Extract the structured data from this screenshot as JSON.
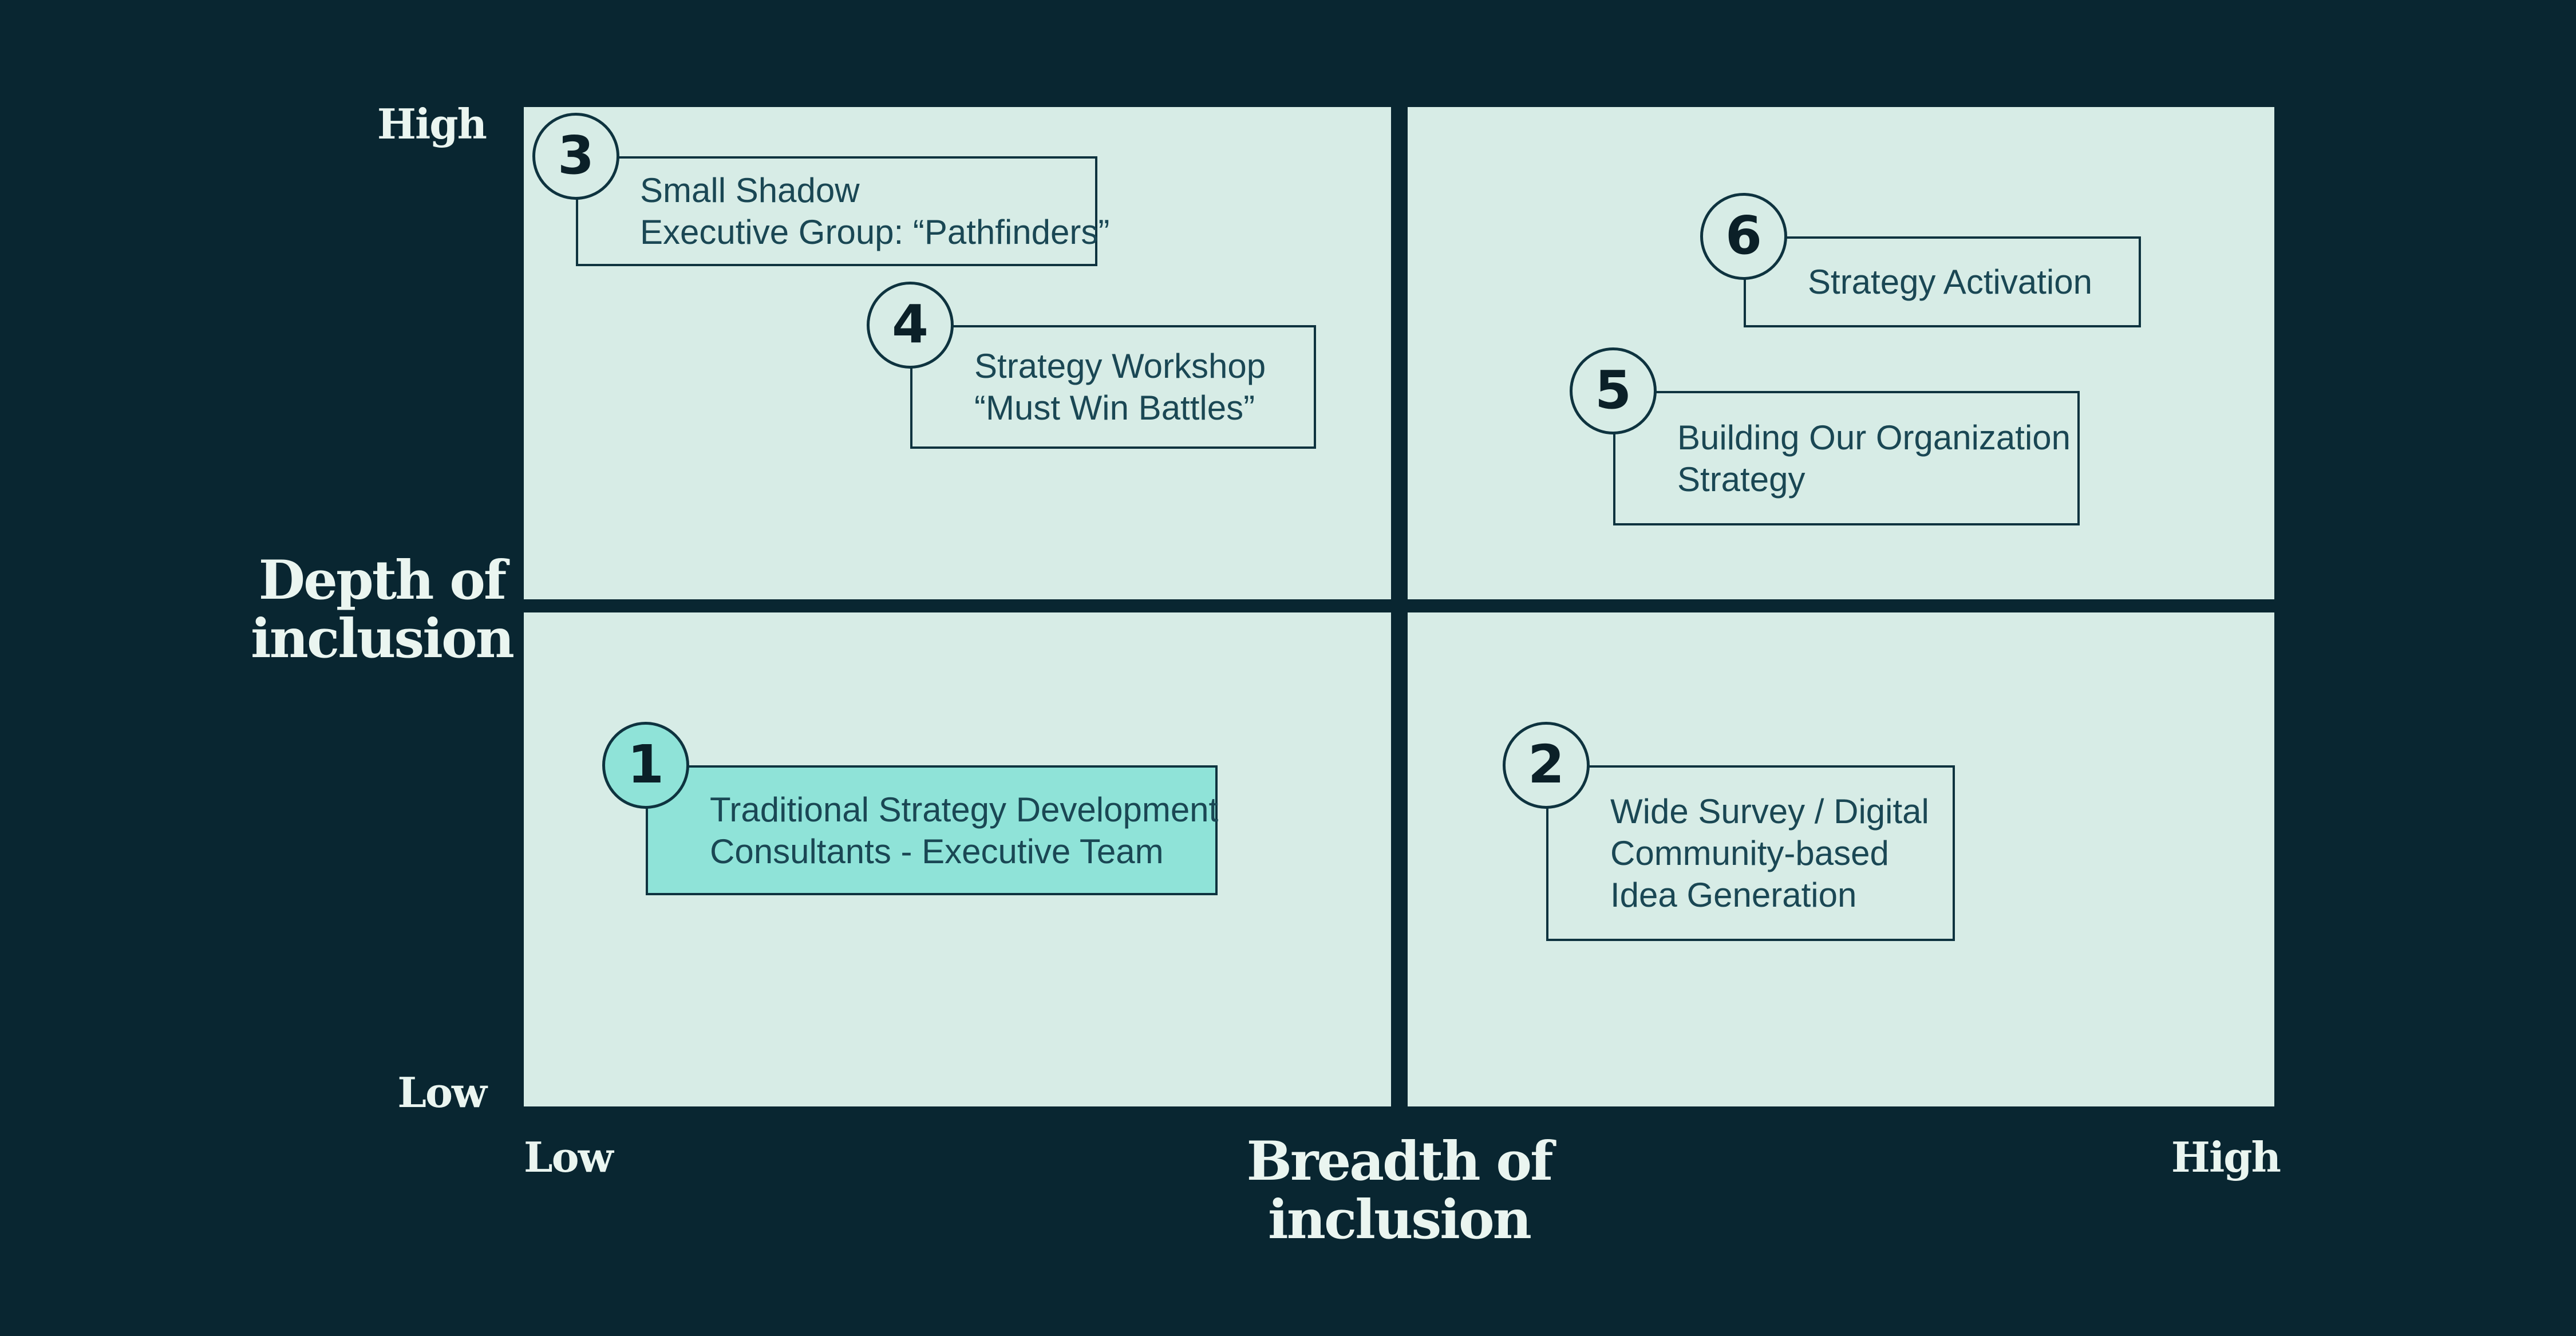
{
  "diagram": {
    "type": "2x2-matrix",
    "y_axis": {
      "title_line1": "Depth of",
      "title_line2": "inclusion",
      "high_label": "High",
      "low_label": "Low"
    },
    "x_axis": {
      "title_line1": "Breadth of",
      "title_line2": "inclusion",
      "low_label": "Low",
      "high_label": "High"
    },
    "items": [
      {
        "number": "1",
        "line1": "Traditional Strategy Development",
        "line2": "Consultants - Executive Team",
        "quadrant": "bottom-left",
        "highlighted": true
      },
      {
        "number": "2",
        "line1": "Wide Survey / Digital",
        "line2": "Community-based",
        "line3": "Idea Generation",
        "quadrant": "bottom-right",
        "highlighted": false
      },
      {
        "number": "3",
        "line1": "Small Shadow",
        "line2": "Executive Group: “Pathfinders”",
        "quadrant": "top-left",
        "highlighted": false
      },
      {
        "number": "4",
        "line1": "Strategy Workshop",
        "line2": "“Must Win Battles”",
        "quadrant": "top-left",
        "highlighted": false
      },
      {
        "number": "5",
        "line1": "Building Our Organization",
        "line2": "Strategy",
        "quadrant": "top-right",
        "highlighted": false
      },
      {
        "number": "6",
        "line1": "Strategy Activation",
        "quadrant": "top-right",
        "highlighted": false
      }
    ]
  },
  "colors": {
    "background": "#092631",
    "quadrant_fill": "#d7ece6",
    "outline_ink": "#0e333f",
    "highlight_teal": "#8fe3d8",
    "box_text": "#1a4754",
    "number_text": "#0b2028",
    "axis_text": "#eaf5f0"
  }
}
